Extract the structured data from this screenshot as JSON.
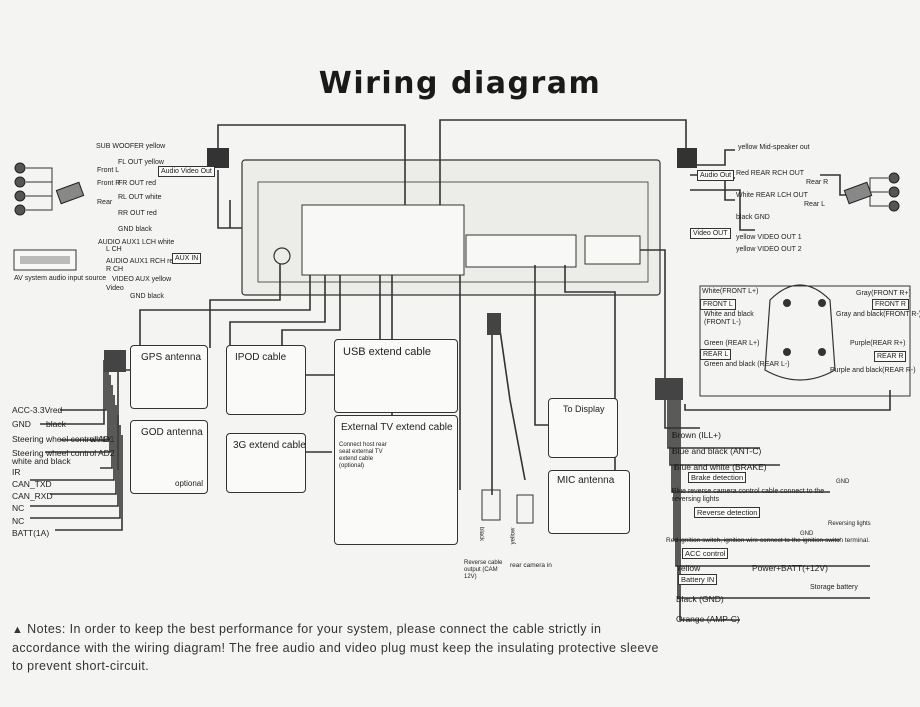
{
  "title": "Wiring diagram",
  "left_audio": {
    "subwoofer": "SUB WOOFER yellow",
    "fl_out_yellow": "FL OUT yellow",
    "front_l": "Front L",
    "front_r": "Front R",
    "fr_out_red": "FR OUT red",
    "rl_out_white": "RL OUT white",
    "rear": "Rear",
    "rl": "RL",
    "rr_out_red": "RR OUT red",
    "gnd_black": "GND black",
    "audio_video_out": "Audio Video Out"
  },
  "aux": {
    "audio_aux1_lch": "AUDIO AUX1 LCH white",
    "l_ch": "L CH",
    "audio_aux1_rch": "AUDIO AUX1 RCH red",
    "r_ch": "R CH",
    "video_aux_yellow": "VIDEO AUX yellow",
    "video": "Video",
    "gnd_black": "GND black",
    "aux_in": "AUX IN",
    "source_caption": "AV system audio input source"
  },
  "power_left": {
    "acc": "ACC-3.3V",
    "acc_color": "red",
    "gnd": "GND",
    "gnd_color": "black",
    "swc1": "Steering wheel control AD1",
    "swc1_color": "white",
    "swc2": "Steering wheel control AD2",
    "swc2_color": "white and black",
    "ir": "IR",
    "can_txd": "CAN_TXD",
    "can_rxd": "CAN_RXD",
    "nc1": "NC",
    "nc2": "NC",
    "batt": "BATT(1A)"
  },
  "modules": {
    "gps": "GPS antenna",
    "ipod": "IPOD cable",
    "usb": "USB extend cable",
    "god": "GOD antenna",
    "optional": "optional",
    "g3": "3G extend cable",
    "ext_tv": "External TV extend cable",
    "ext_tv_note": "Connect host rear seat external TV extend cable (optional)",
    "to_display": "To Display",
    "mic": "MIC antenna",
    "reverse_cable": "Reverse cable output (CAM 12V)",
    "rear_camera": "rear camera in",
    "black": "black",
    "yellow": "yellow"
  },
  "right_audio": {
    "mid_speaker": "yellow   Mid-speaker out",
    "audio_out": "Audio Out",
    "red_rear_rch": "Red   REAR RCH OUT",
    "rear_r": "Rear R",
    "white_rear_lch": "White   REAR LCH OUT",
    "rear_l": "Rear L",
    "black_gnd": "black        GND",
    "video_out": "Video OUT",
    "video_out1": "yellow   VIDEO OUT 1",
    "video_out2": "yellow   VIDEO OUT 2"
  },
  "speakers": {
    "white_front_l": "White(FRONT L+)",
    "front_l": "FRONT L",
    "white_black": "White and black",
    "front_l_minus": "(FRONT L-)",
    "green_rear_l": "Green  (REAR L+)",
    "rear_l": "REAR L",
    "green_black": "Green and black  (REAR L-)",
    "gray_front_r": "Gray(FRONT R+)",
    "front_r": "FRONT R",
    "gray_black": "Gray and black(FRONT R-)",
    "purple_rear_r": "Purple(REAR R+)",
    "rear_r": "REAR R",
    "purple_black": "Purple and black(REAR R-)"
  },
  "power_right": {
    "brown": "Brown             (ILL+)",
    "blue_black": "Blue and black    (ANT-C)",
    "blue_white": "Blue and white      (BRAKE)",
    "brake_detection": "Brake detection",
    "gnd": "GND",
    "blue_reverse": "Blue reverse camera control cable connect to the reversing lights",
    "reverse_detection": "Reverse detection",
    "reversing_lights": "Reversing lights",
    "red_ignition": "Red ignition switch, ignition wire connect to the ignition switch terminal.",
    "acc_control": "ACC control",
    "yellow": "Yellow",
    "power_batt": "Power+BATT(+12V)",
    "battery_in": "Battery IN",
    "storage_battery": "Storage battery",
    "black_gnd": "Black   (GND)",
    "orange": "Orange     (AMP-C)"
  },
  "note": {
    "icon": "▲",
    "text": "Notes: In order to keep the best performance for your system, please connect the cable strictly in accordance with the  wiring diagram! The free audio and video plug must keep the insulating protective sleeve to prevent short-circuit."
  }
}
